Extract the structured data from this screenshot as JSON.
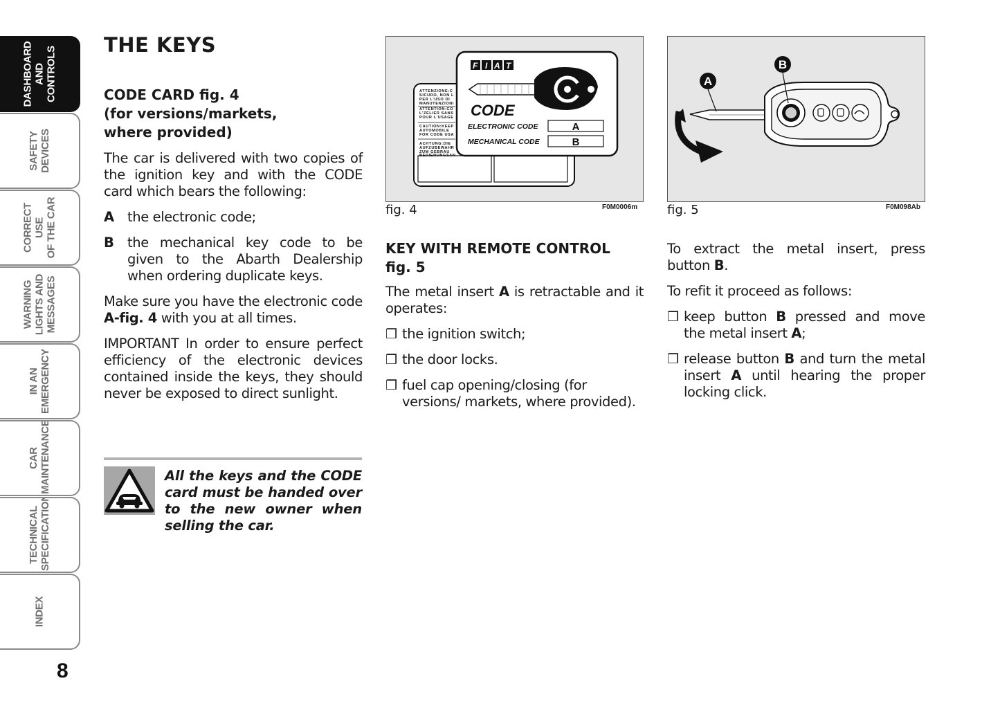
{
  "tabs": [
    {
      "label": "DASHBOARD\nAND CONTROLS",
      "active": true
    },
    {
      "label": "SAFETY\nDEVICES",
      "active": false
    },
    {
      "label": "CORRECT USE\nOF THE CAR",
      "active": false
    },
    {
      "label": "WARNING\nLIGHTS AND\nMESSAGES",
      "active": false
    },
    {
      "label": "IN AN\nEMERGENCY",
      "active": false
    },
    {
      "label": "CAR\nMAINTENANCE",
      "active": false
    },
    {
      "label": "TECHNICAL\nSPECIFICATIONS",
      "active": false
    },
    {
      "label": "INDEX",
      "active": false
    }
  ],
  "page_number": "8",
  "col1": {
    "title": "THE KEYS",
    "subhead_line1": "CODE CARD fig. 4",
    "subhead_line2": "(for versions/markets,",
    "subhead_line3": "where provided)",
    "intro": "The car is delivered with two copies of the ignition key and with the CODE card which bears the following:",
    "item_a_letter": "A",
    "item_a_text": "the electronic code;",
    "item_b_letter": "B",
    "item_b_text": "the mechanical key code to be given to the Abarth Dealership when ordering duplicate keys.",
    "para2_pre": "Make sure you have the electronic code ",
    "para2_bold": "A-fig. 4",
    "para2_post": " with you at all times.",
    "important": "IMPORTANT In order to ensure perfect efficiency of the electronic devices contained inside the keys, they should never be exposed to direct sunlight.",
    "warning": "All the keys and the CODE card must be handed over to the new owner when selling the car."
  },
  "fig4": {
    "label": "fig. 4",
    "code": "F0M0006m",
    "brand": "FIAT",
    "card_title": "CODE",
    "electronic_label": "ELECTRONIC CODE",
    "electronic_value": "A",
    "mechanical_label": "MECHANICAL CODE",
    "mechanical_value": "B",
    "back_lines": [
      "ATTENZIONE:C",
      "SICURO, NON L",
      "PER L'USO DI",
      "MANUTENZIONI",
      "ATTENTION:CO",
      "L'ZELIER SANS",
      "POUR L'USAGE",
      "CAUTION:KEEP",
      "AUTOMOBILE",
      "FOR CODE USA",
      "ACHTUNG:DIE",
      "AUFZUBEWAHR",
      "ZUM GEBRAU",
      "BEDIENUNGSAN"
    ]
  },
  "fig5": {
    "label": "fig. 5",
    "code": "F0M098Ab",
    "marker_a": "A",
    "marker_b": "B"
  },
  "col2": {
    "heading_line1": "KEY WITH REMOTE CONTROL",
    "heading_line2": "fig. 5",
    "intro_pre": "The metal insert ",
    "intro_bold": "A",
    "intro_post": " is retractable and it operates:",
    "bullet_glyph": "❒",
    "bullets": [
      "the ignition switch;",
      "the door locks.",
      "fuel cap opening/closing (for versions/ markets, where provided)."
    ]
  },
  "col3": {
    "extract_pre": "To extract the metal insert, press button ",
    "extract_bold": "B",
    "extract_post": ".",
    "refit": "To refit it proceed as follows:",
    "b1_pre": "keep button ",
    "b1_bold1": "B",
    "b1_mid": " pressed and move the metal insert ",
    "b1_bold2": "A",
    "b1_post": ";",
    "b2_pre": "release button ",
    "b2_bold1": "B",
    "b2_mid": " and turn the metal insert ",
    "b2_bold2": "A",
    "b2_post": " until hearing the proper locking click."
  }
}
